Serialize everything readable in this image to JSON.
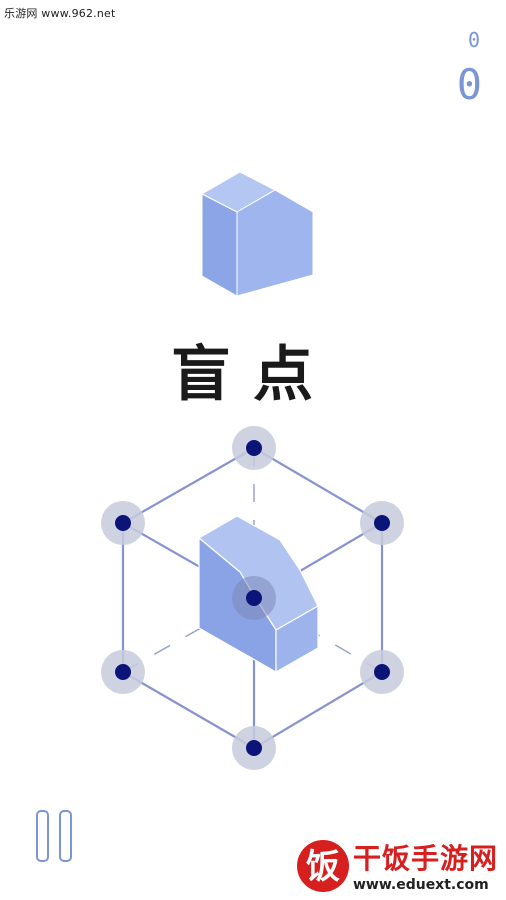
{
  "header": {
    "watermark": "乐游网 www.962.net",
    "best_score": "0",
    "score": "0"
  },
  "title": "盲点",
  "controls": {
    "pause_icon": "pause-icon"
  },
  "branding": {
    "name": "干饭手游网",
    "url": "www.eduext.com"
  },
  "colors": {
    "block_front": "#8aa4e8",
    "block_top": "#a9bdf0",
    "block_side": "#9bb2ec",
    "frame_line": "#7f8fd0",
    "node": "#0b1577",
    "node_halo": "#c9cde0",
    "accent": "#7b95d6"
  }
}
